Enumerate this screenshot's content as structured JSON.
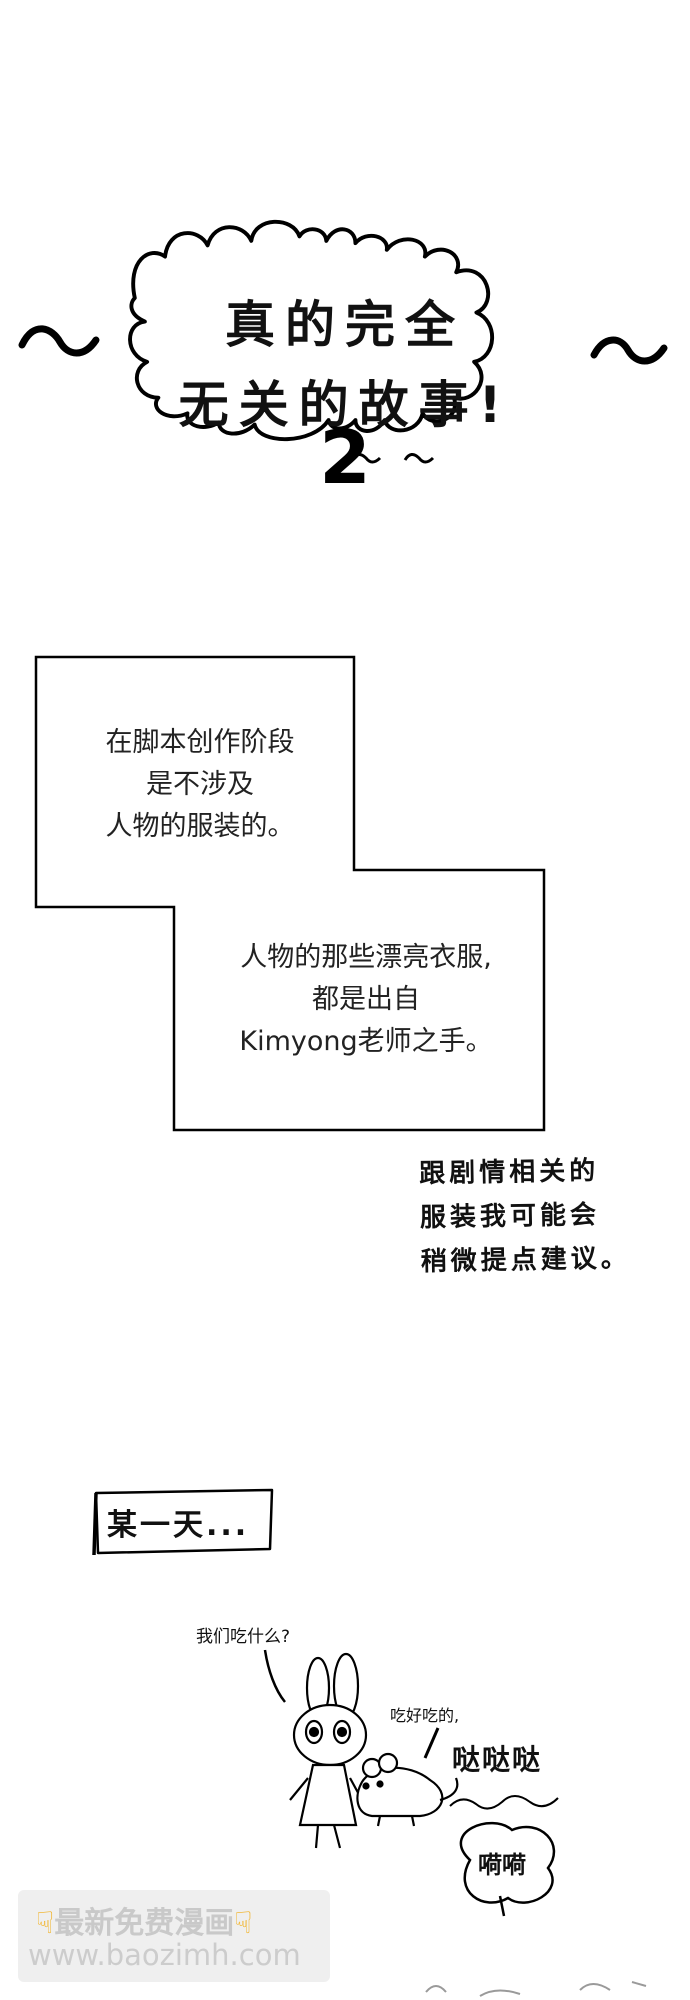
{
  "title": {
    "line1": "真的完全",
    "line2": "无关的故事!",
    "number": "2"
  },
  "narration": {
    "box1": [
      "在脚本创作阶段",
      "是不涉及",
      "人物的服装的。"
    ],
    "box2": [
      "人物的那些漂亮衣服,",
      "都是出自",
      "Kimyong老师之手。"
    ]
  },
  "handwritten_note": [
    "跟剧情相关的",
    "服装我可能会",
    "稍微提点建议。"
  ],
  "scene_label": "某一天...",
  "speech": {
    "rabbit": "我们吃什么?",
    "reply": "吃好吃的,",
    "sfx": "哒哒哒",
    "sniff": "嗬嗬"
  },
  "watermark": {
    "line1": "最新免费漫画",
    "line2": "www.baozimh.com",
    "icon": "pointing-hand-icon"
  }
}
